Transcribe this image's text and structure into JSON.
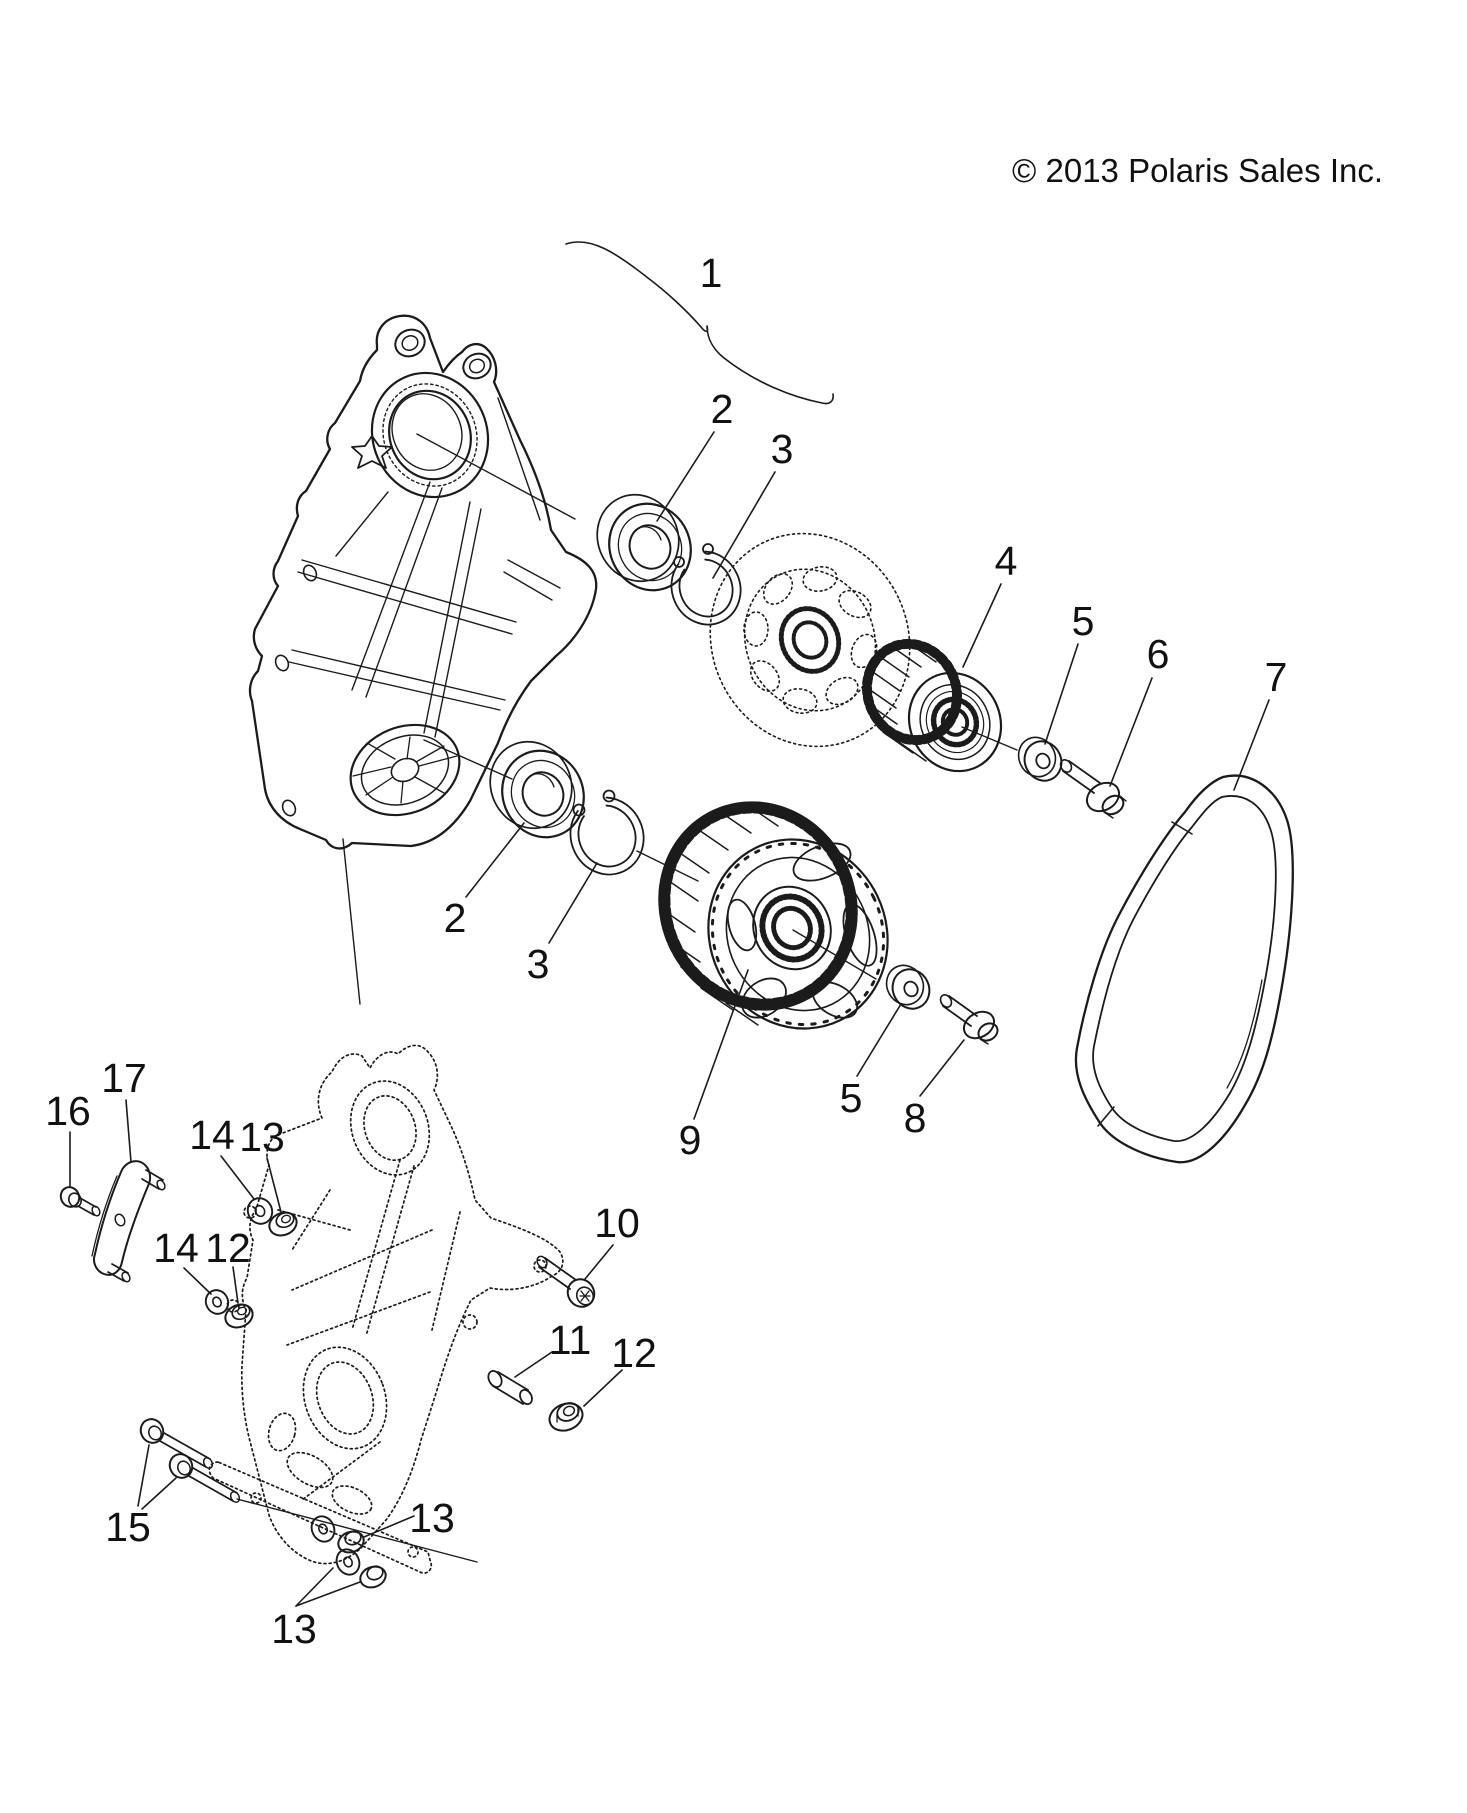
{
  "copyright": "© 2013 Polaris Sales Inc.",
  "colors": {
    "line": "#1b1b1b",
    "background": "#ffffff"
  },
  "callouts": [
    {
      "label": "1"
    },
    {
      "label": "2"
    },
    {
      "label": "3"
    },
    {
      "label": "4"
    },
    {
      "label": "5"
    },
    {
      "label": "6"
    },
    {
      "label": "7"
    },
    {
      "label": "2"
    },
    {
      "label": "3"
    },
    {
      "label": "9"
    },
    {
      "label": "5"
    },
    {
      "label": "8"
    },
    {
      "label": "16"
    },
    {
      "label": "17"
    },
    {
      "label": "14"
    },
    {
      "label": "13"
    },
    {
      "label": "14"
    },
    {
      "label": "12"
    },
    {
      "label": "10"
    },
    {
      "label": "11"
    },
    {
      "label": "12"
    },
    {
      "label": "15"
    },
    {
      "label": "13"
    },
    {
      "label": "13"
    }
  ]
}
